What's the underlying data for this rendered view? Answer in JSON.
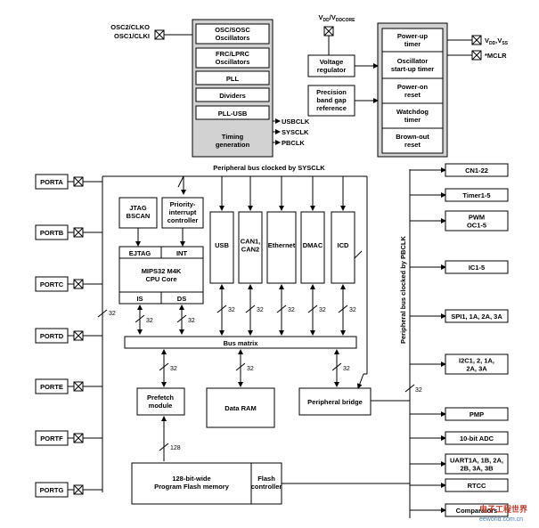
{
  "clock": {
    "osc_lines": [
      "OSC2/CLKO",
      "OSC1/CLKI"
    ],
    "osc_blocks": [
      "OSC/SOSC Oscillators",
      "FRC/LPRC Oscillators",
      "PLL",
      "Dividers",
      "PLL-USB"
    ],
    "timing": "Timing generation",
    "clocks": [
      "USBCLK",
      "SYSCLK",
      "PBCLK"
    ]
  },
  "power": {
    "vdd_label": "VDD/VDDCORE",
    "regulator": "Voltage regulator",
    "bandgap": "Precision band gap reference",
    "blocks": [
      "Power-up timer",
      "Oscillator start-up timer",
      "Power-on reset",
      "Watchdog timer",
      "Brown-out reset"
    ],
    "pins": [
      "VDD,VSS",
      "MCLR"
    ]
  },
  "bus_label": "Peripheral bus clocked by SYSCLK",
  "pb_label": "Peripheral bus clocked by PBCLK",
  "ports": [
    "PORTA",
    "PORTB",
    "PORTC",
    "PORTD",
    "PORTE",
    "PORTF",
    "PORTG"
  ],
  "core": {
    "jtag": "JTAG BSCAN",
    "priority": "Priority-interrupt controller",
    "ejtag": "EJTAG",
    "int": "INT",
    "cpu": "MIPS32 M4K CPU Core",
    "is": "IS",
    "ds": "DS"
  },
  "masters": [
    "USB",
    "CAN1, CAN2",
    "Ethernet",
    "DMAC",
    "ICD"
  ],
  "bus_matrix": "Bus matrix",
  "lower": {
    "prefetch": "Prefetch module",
    "ram": "Data RAM",
    "bridge": "Peripheral bridge",
    "flash": "128-bit-wide Program Flash memory",
    "flash_ctrl": "Flash controller",
    "w128": "128"
  },
  "w32": "32",
  "peripherals": [
    "CN1-22",
    "Timer1-5",
    "PWM OC1-5",
    "IC1-5",
    "SPI1, 1A, 2A, 3A",
    "I2C1, 2, 1A, 2A, 3A",
    "PMP",
    "10-bit ADC",
    "UART1A, 1B, 2A, 2B, 3A, 3B",
    "RTCC",
    "Comparators"
  ],
  "watermark": {
    "cn": "电子工程世界",
    "url": "eeworld.com.cn"
  }
}
